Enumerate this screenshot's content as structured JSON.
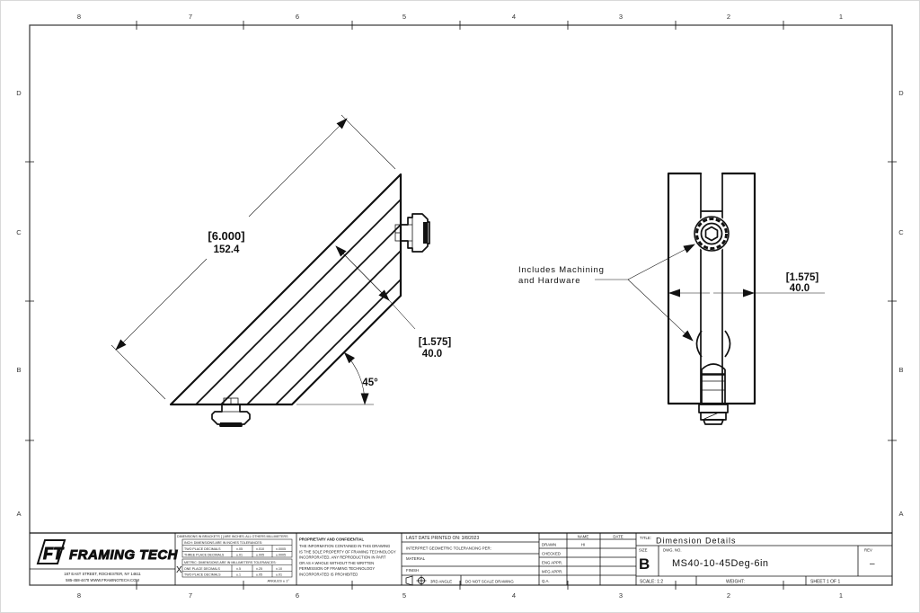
{
  "sheet": {
    "zones": {
      "columns": [
        "8",
        "7",
        "6",
        "5",
        "4",
        "3",
        "2",
        "1"
      ],
      "rows": [
        "D",
        "C",
        "B",
        "A"
      ]
    }
  },
  "views": {
    "side_view": {
      "length_dim_inch": "[6.000]",
      "length_dim_mm": "152.4",
      "width_dim_inch": "[1.575]",
      "width_dim_mm": "40.0",
      "angle_dim": "45°"
    },
    "front_view": {
      "width_dim_inch": "[1.575]",
      "width_dim_mm": "40.0",
      "note_line1": "Includes Machining",
      "note_line2": "and Hardware"
    }
  },
  "title_block": {
    "logo": {
      "ft": "FT",
      "name": "FRAMING TECH",
      "address": "187 EAST STREET, ROCHESTER, NY 14611",
      "contact": "585-458-4470  WWW.FRAMINGTECH.COM"
    },
    "tolerance_table": {
      "note": "DIMENSIONS IN BRACKETS [ ] ARE INCHES; ALL OTHERS MILLIMETERS",
      "groups": [
        {
          "checked": "",
          "header": "INCH: DIMENSIONS ARE IN INCHES  TOLERANCES:",
          "rows": [
            [
              "TWO PLACE DECIMALS",
              "±.05",
              "±.010",
              "±.0005"
            ],
            [
              "THREE PLACE DECIMALS",
              "±.01",
              "±.005",
              "±.0005"
            ]
          ]
        },
        {
          "checked": "X",
          "header": "METRIC: DIMENSIONS ARE IN MILLIMETERS  TOLERANCES:",
          "rows": [
            [
              "ONE PLACE DECIMALS",
              "±.5",
              "±.25",
              "±.10"
            ],
            [
              "TWO PLACE DECIMALS",
              "±.1",
              "±.05",
              "±.01"
            ]
          ]
        }
      ],
      "angles": "ANGLES ± 1°"
    },
    "proprietary": {
      "title": "PROPRIETARY AND CONFIDENTIAL",
      "lines": [
        "THE INFORMATION CONTAINED IN THIS DRAWING",
        "IS THE SOLE PROPERTY OF FRAMING TECHNOLOGY",
        "INCORPORATED.  ANY REPRODUCTION IN PART",
        "OR AS A WHOLE WITHOUT THE WRITTEN",
        "PERMISSION OF FRAMING TECHNOLOGY",
        "INCORPORATED IS PROHIBITED"
      ]
    },
    "info": {
      "last_printed": "LAST DATE PRINTED ON: 3/8/2023",
      "interpret": "INTERPRET GEOMETRIC TOLERANCING PER:",
      "material_label": "MATERIAL",
      "finish_label": "FINISH",
      "projection_label": "3RD ANGLE",
      "do_not_scale": "DO NOT SCALE DRAWING"
    },
    "approvals": {
      "name_header": "NAME",
      "date_header": "DATE",
      "rows": [
        {
          "label": "DRAWN",
          "name": "HI",
          "date": ""
        },
        {
          "label": "CHECKED",
          "name": "",
          "date": ""
        },
        {
          "label": "ENG APPR.",
          "name": "",
          "date": ""
        },
        {
          "label": "MFG APPR.",
          "name": "",
          "date": ""
        },
        {
          "label": "Q.A.",
          "name": "",
          "date": ""
        }
      ]
    },
    "title_label": "TITLE:",
    "title_value": "Dimension Details",
    "size_label": "SIZE",
    "size_value": "B",
    "dwg_label": "DWG. NO.",
    "dwg_value": "MS40-10-45Deg-6in",
    "rev_label": "REV",
    "rev_value": "–",
    "scale": "SCALE: 1:2",
    "weight": "WEIGHT:",
    "sheet": "SHEET 1 OF 1"
  }
}
